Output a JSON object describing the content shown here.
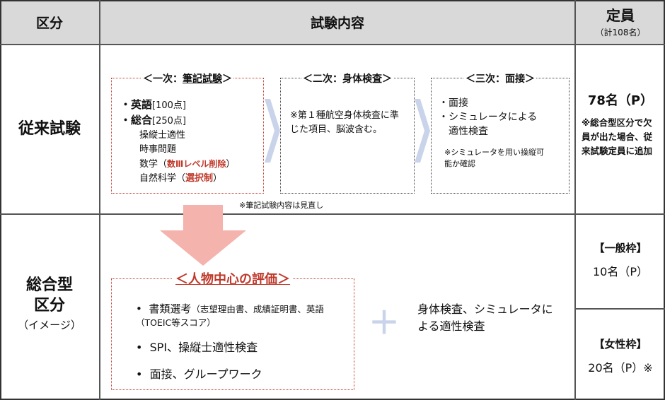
{
  "header": {
    "col_category": "区分",
    "col_content": "試験内容",
    "col_capacity": "定員",
    "col_capacity_sub": "（計108名）"
  },
  "row_conventional": {
    "label": "従来試験",
    "stage1": {
      "title_prefix": "＜一次：",
      "title_main": "筆記試験",
      "title_suffix": "＞",
      "english_bullet": "・英語",
      "english_points": "[100点]",
      "general_bullet": "・総合",
      "general_points": "[250点]",
      "sub1": "操縦士適性",
      "sub2": "時事問題",
      "sub3_a": "数学（",
      "sub3_b": "数Ⅲレベル削除",
      "sub3_c": "）",
      "sub4_a": "自然科学（",
      "sub4_b": "選択制",
      "sub4_c": "）"
    },
    "stage1_note": "※筆記試験内容は見直し",
    "stage2": {
      "title": "＜二次：身体検査＞",
      "body": "※第１種航空身体検査に準じた項目、脳波含む。"
    },
    "stage3": {
      "title": "＜三次：面接＞",
      "item1": "・面接",
      "item2_a": "・シミュレータによる",
      "item2_b": "適性検査",
      "note": "※シミュレータを用い操縦可能か確認"
    },
    "capacity": "78名（P）",
    "capacity_note": "※総合型区分で欠員が出た場合、従来試験定員に追加"
  },
  "row_comprehensive": {
    "label_line1": "総合型",
    "label_line2": "区分",
    "label_line3": "（イメージ）",
    "eval_title": "＜人物中心の評価＞",
    "item1_a": "書類選考",
    "item1_b": "（志望理由書、成績証明書、英語（TOEIC等スコア）",
    "item2": "SPI、操縦士適性検査",
    "item3": "面接、グループワーク",
    "plus": "＋",
    "extra": "身体検査、シミュレータによる適性検査",
    "general_title": "【一般枠】",
    "general_capacity": "10名（P）",
    "women_title": "【女性枠】",
    "women_capacity": "20名（P）※"
  }
}
